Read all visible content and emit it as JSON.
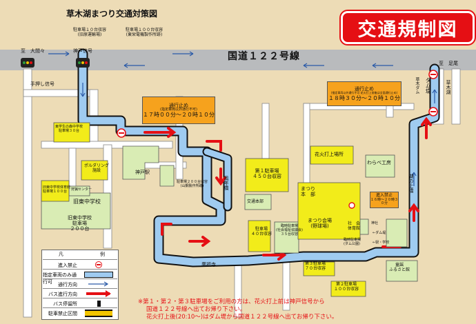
{
  "title": "草木湖まつり交通対策図",
  "badge": "交通規制図",
  "roads": {
    "national_route": "国道１２２号線",
    "to_left": "至　大間々",
    "to_right": "至　足尾",
    "dam_bank": "ダム堤",
    "kusaki_dam": "草木ダム",
    "kusaki_lake": "草木湖",
    "lakeside": "湖の上橋",
    "nenbashi": "鳳年橋"
  },
  "signals": {
    "push_signal": "手押し信号",
    "kanbe_signal": "神戸信号"
  },
  "regulation_boxes": [
    {
      "heading": "通行止め",
      "note": "(指定車両以外通行不可)",
      "time": "１７時００分～２０時１０分"
    },
    {
      "heading": "通行止め",
      "note": "(指定車両以外通行不可 花火打上前後は全面通行止め)",
      "time": "１８時３０分～２０時１０分"
    }
  ],
  "no_entry_small": {
    "heading": "進入禁止",
    "time": "１６時～２０時３０分"
  },
  "parking_notes": [
    {
      "text": "駐車場１０台収容\n(旧原運輸場)"
    },
    {
      "text": "駐車場１００台収容\n(東栄電機製作所跡)"
    }
  ],
  "places": {
    "school_annex": "東学生の森中学校\n駐車場３０台",
    "polarding": "ポルダリング\n施設",
    "kanbe_station": "神戸駅",
    "parking_lot_kanbe": "駐車場２００台収容\n(山鋼製作所跡)",
    "old_school_gym": "旧東中学校体育館\n駐車場１００台",
    "hunt_center": "狩猟センター",
    "old_school": "旧東中学校",
    "old_school_parking": "旧東中学校\n駐車場\n２００台",
    "kotsu_honbu": "交通本部",
    "lot1": "第１駐車場\n４５０台収容",
    "lot_40": "駐車場\n４０台収容",
    "lot_welfare": "臨時駐車場\n(社会福祉協議会)\n３５台収容",
    "hanabi_site": "花火打上場所",
    "warabe": "わらべ工房",
    "festival_hq": "まつり\n本　部",
    "festival_venue": "まつり会場\n(野球場)",
    "social_gym": "社　会\n体育館",
    "temp_lot": "臨時駐車場\n(ダム公園)",
    "dam_lot": "←ダム堤",
    "station_school": "←駅・学校",
    "kofukuji": "廣福寺",
    "lot3": "第３駐車場\n７０台収容",
    "lot2": "第２駐車場\n１００台収容",
    "furusato": "童謡\nふるさと館",
    "shrine": "神社"
  },
  "legend": {
    "header_left": "凡",
    "header_right": "例",
    "items": [
      {
        "label": "進入禁止",
        "icon": "no-entry"
      },
      {
        "label": "指定車両のみ通行可",
        "icon": "designated-road"
      },
      {
        "label": "通行方向",
        "icon": "thin-arrow"
      },
      {
        "label": "バス進行方向",
        "icon": "red-arrow"
      },
      {
        "label": "バス停留所",
        "icon": "bus-stop"
      },
      {
        "label": "駐車禁止区間",
        "icon": "no-parking"
      }
    ]
  },
  "notes": [
    "※第１・第２・第３駐車場をご利用の方は、花火打上前は神戸信号から",
    "国道１２２号線へ出てお帰り下さい。",
    "花火打上後(20:10～)はダム堤から国道１２２号線へ出てお帰り下さい。"
  ],
  "colors": {
    "background": "#eddcb6",
    "road_blue": "#9fcbf0",
    "route_red": "#e50f14",
    "parking_yellow": "#f2ec1a",
    "building_green": "#d9ecb4",
    "regulation_orange": "#f6a21d"
  }
}
